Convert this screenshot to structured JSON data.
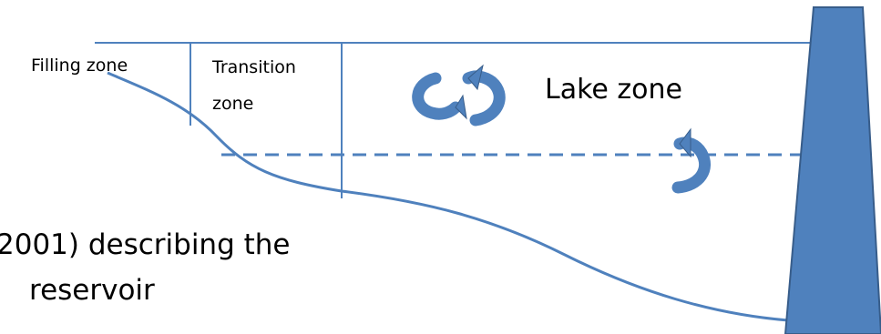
{
  "zones": {
    "filling": "Filling zone",
    "transition": [
      "Transition",
      "zone"
    ],
    "lake": "Lake zone"
  },
  "caption": [
    "2001) describing the",
    "reservoir"
  ],
  "icons": [
    "circulation-arrows-icon",
    "circulation-arrow-icon"
  ],
  "colors": {
    "line": "#4f81bd",
    "dam": "#4f81bd",
    "dam_outline": "#385d8a",
    "arrow": "#4f81bd"
  }
}
